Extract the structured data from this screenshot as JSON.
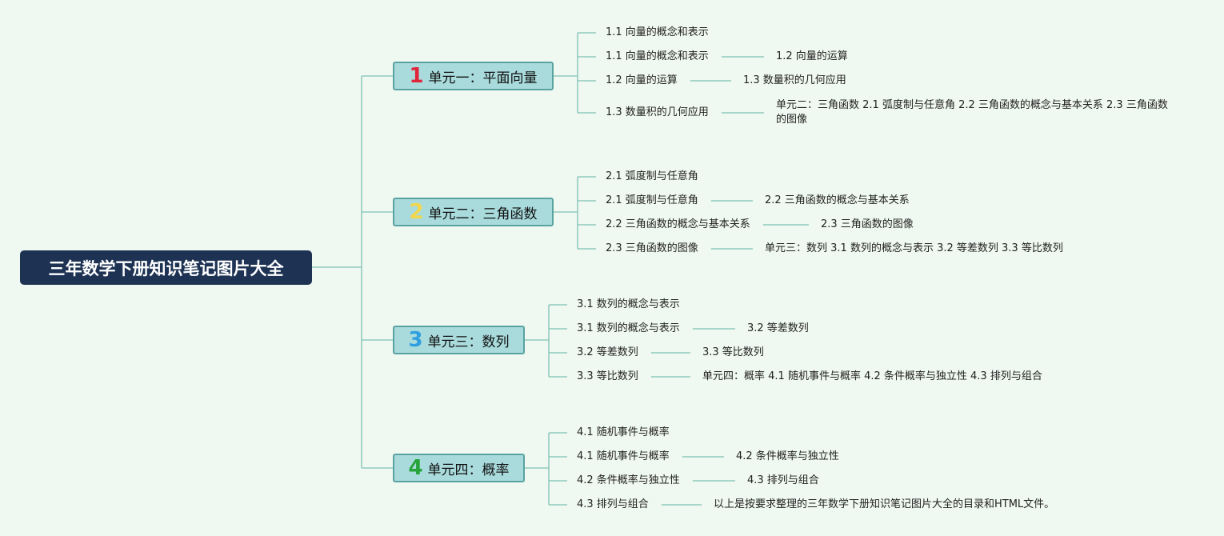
{
  "root": {
    "title": "三年数学下册知识笔记图片大全"
  },
  "colors": {
    "background": "#eff8f1",
    "root_bg": "#1e3354",
    "unit_bg": "#a9dbdc",
    "unit_border": "#5aa3a0",
    "line": "#7fc1b4",
    "num1": "#e0243a",
    "num2": "#f2d64b",
    "num3": "#2f9fe0",
    "num4": "#26a33a"
  },
  "units": [
    {
      "num": "1",
      "label": "单元一：平面向量",
      "items": [
        {
          "text": "1.1 向量的概念和表示"
        },
        {
          "text": "1.1 向量的概念和表示",
          "next": "1.2 向量的运算"
        },
        {
          "text": "1.2 向量的运算",
          "next": "1.3 数量积的几何应用"
        },
        {
          "text": "1.3 数量积的几何应用",
          "next": "单元二：三角函数 2.1 弧度制与任意角 2.2 三角函数的概念与基本关系 2.3 三角函数的图像"
        }
      ]
    },
    {
      "num": "2",
      "label": "单元二：三角函数",
      "items": [
        {
          "text": "2.1 弧度制与任意角"
        },
        {
          "text": "2.1 弧度制与任意角",
          "next": "2.2 三角函数的概念与基本关系"
        },
        {
          "text": "2.2 三角函数的概念与基本关系",
          "next": "2.3 三角函数的图像"
        },
        {
          "text": "2.3 三角函数的图像",
          "next": "单元三：数列 3.1 数列的概念与表示 3.2 等差数列 3.3 等比数列"
        }
      ]
    },
    {
      "num": "3",
      "label": "单元三：数列",
      "items": [
        {
          "text": "3.1 数列的概念与表示"
        },
        {
          "text": "3.1 数列的概念与表示",
          "next": "3.2 等差数列"
        },
        {
          "text": "3.2 等差数列",
          "next": "3.3 等比数列"
        },
        {
          "text": "3.3 等比数列",
          "next": "单元四：概率 4.1 随机事件与概率 4.2 条件概率与独立性 4.3 排列与组合"
        }
      ]
    },
    {
      "num": "4",
      "label": "单元四：概率",
      "items": [
        {
          "text": "4.1 随机事件与概率"
        },
        {
          "text": "4.1 随机事件与概率",
          "next": "4.2 条件概率与独立性"
        },
        {
          "text": "4.2 条件概率与独立性",
          "next": "4.3 排列与组合"
        },
        {
          "text": "4.3 排列与组合",
          "next": "以上是按要求整理的三年数学下册知识笔记图片大全的目录和HTML文件。"
        }
      ]
    }
  ]
}
